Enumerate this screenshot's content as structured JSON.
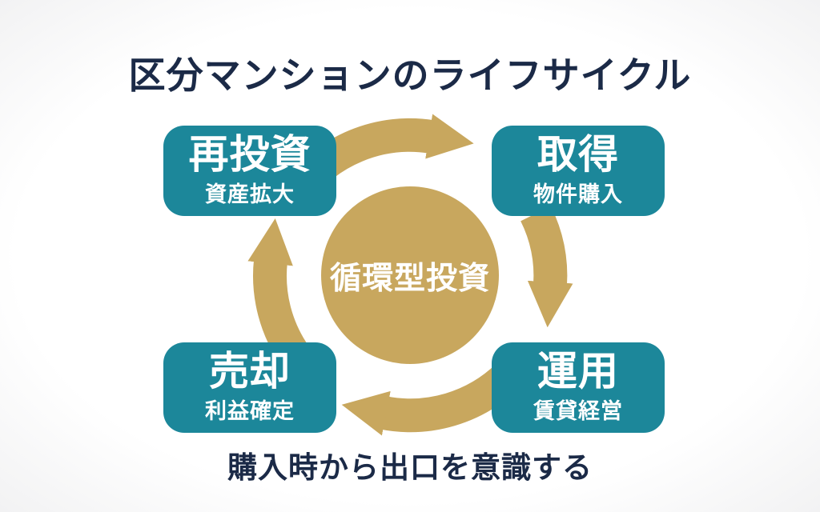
{
  "title": "区分マンションのライフサイクル",
  "center_label": "循環型投資",
  "stages": [
    {
      "label": "再投資",
      "sublabel": "資産拡大",
      "position": "top-left"
    },
    {
      "label": "取得",
      "sublabel": "物件購入",
      "position": "top-right"
    },
    {
      "label": "運用",
      "sublabel": "賃貸経営",
      "position": "bottom-right"
    },
    {
      "label": "売却",
      "sublabel": "利益確定",
      "position": "bottom-left"
    }
  ],
  "footer": "購入時から出口を意識する",
  "colors": {
    "teal": "#1C879A",
    "gold": "#C8A75E",
    "navy": "#1B2A47",
    "text_on_color": "#FFFFFF",
    "background": "#FFFFFF"
  }
}
